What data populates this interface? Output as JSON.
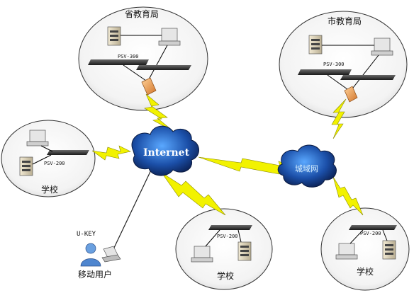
{
  "nodes": {
    "provincial_bureau": {
      "label": "省教育局",
      "device": "PSV-300"
    },
    "city_bureau": {
      "label": "市教育局",
      "device": "PSV-300"
    },
    "school_left": {
      "label": "学校",
      "device": "PSV-200"
    },
    "school_mid": {
      "label": "学校",
      "device": "PSV-200"
    },
    "school_right": {
      "label": "学校",
      "device": "PSV-200"
    },
    "mobile_user": {
      "label": "移动用户",
      "key": "U-KEY"
    }
  },
  "networks": {
    "internet": "Internet",
    "man": "城域网"
  }
}
